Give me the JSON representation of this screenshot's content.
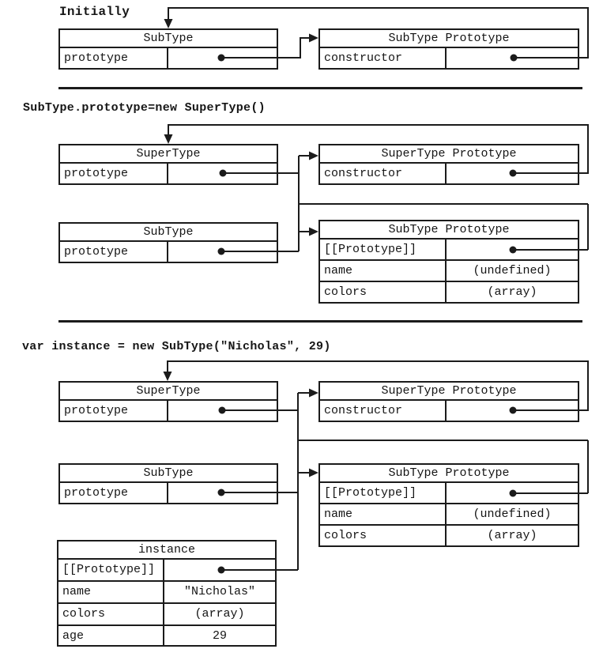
{
  "figure": {
    "type": "prototype-chain-diagram",
    "colors": {
      "ink": "#1b1b1b",
      "background": "#ffffff"
    }
  },
  "sections": [
    {
      "label": "Initially",
      "boxes": [
        {
          "title": "SubType",
          "rows": [
            {
              "key": "prototype",
              "value": "",
              "pointer": true
            }
          ]
        },
        {
          "title": "SubType Prototype",
          "rows": [
            {
              "key": "constructor",
              "value": "",
              "pointer": true
            }
          ]
        }
      ]
    },
    {
      "label": "SubType.prototype=new SuperType()",
      "boxes": [
        {
          "title": "SuperType",
          "rows": [
            {
              "key": "prototype",
              "value": "",
              "pointer": true
            }
          ]
        },
        {
          "title": "SuperType Prototype",
          "rows": [
            {
              "key": "constructor",
              "value": "",
              "pointer": true
            }
          ]
        },
        {
          "title": "SubType",
          "rows": [
            {
              "key": "prototype",
              "value": "",
              "pointer": true
            }
          ]
        },
        {
          "title": "SubType Prototype",
          "rows": [
            {
              "key": "[[Prototype]]",
              "value": "",
              "pointer": true
            },
            {
              "key": "name",
              "value": "(undefined)",
              "pointer": false
            },
            {
              "key": "colors",
              "value": "(array)",
              "pointer": false
            }
          ]
        }
      ]
    },
    {
      "label": "var instance = new SubType(\"Nicholas\", 29)",
      "boxes": [
        {
          "title": "SuperType",
          "rows": [
            {
              "key": "prototype",
              "value": "",
              "pointer": true
            }
          ]
        },
        {
          "title": "SuperType Prototype",
          "rows": [
            {
              "key": "constructor",
              "value": "",
              "pointer": true
            }
          ]
        },
        {
          "title": "SubType",
          "rows": [
            {
              "key": "prototype",
              "value": "",
              "pointer": true
            }
          ]
        },
        {
          "title": "SubType Prototype",
          "rows": [
            {
              "key": "[[Prototype]]",
              "value": "",
              "pointer": true
            },
            {
              "key": "name",
              "value": "(undefined)",
              "pointer": false
            },
            {
              "key": "colors",
              "value": "(array)",
              "pointer": false
            }
          ]
        },
        {
          "title": "instance",
          "rows": [
            {
              "key": "[[Prototype]]",
              "value": "",
              "pointer": true
            },
            {
              "key": "name",
              "value": "\"Nicholas\"",
              "pointer": false
            },
            {
              "key": "colors",
              "value": "(array)",
              "pointer": false
            },
            {
              "key": "age",
              "value": "29",
              "pointer": false
            }
          ]
        }
      ]
    }
  ]
}
